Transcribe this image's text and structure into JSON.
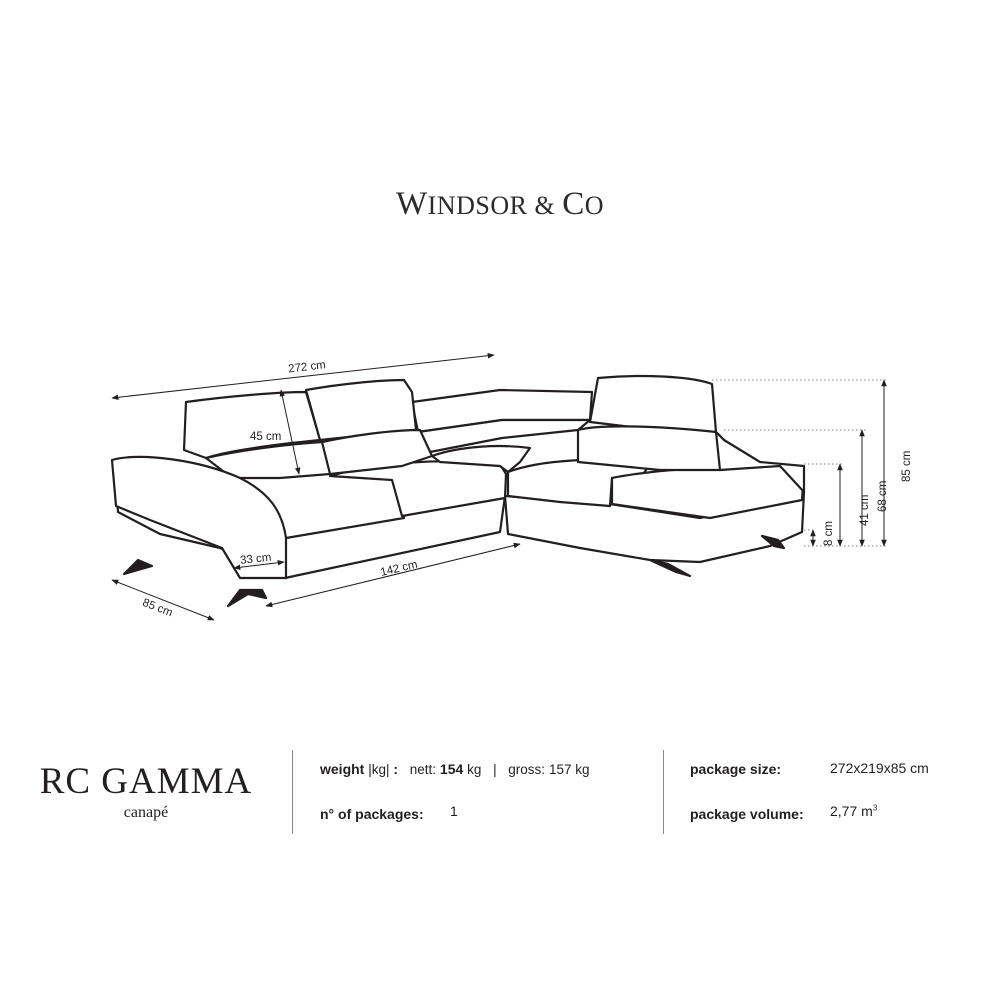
{
  "brand": {
    "initial_1": "W",
    "rest_1": "INDSOR",
    "amp": "&",
    "initial_2": "C",
    "rest_2": "O"
  },
  "dimensions": {
    "overall_width": "272 cm",
    "backrest_height": "45 cm",
    "armrest_width": "33 cm",
    "seat_length": "142 cm",
    "depth": "85 cm",
    "leg_height": "8 cm",
    "seat_height": "41 cm",
    "back_height": "68 cm",
    "total_height": "85 cm"
  },
  "product": {
    "name": "RC GAMMA",
    "type": "canapé"
  },
  "specs": {
    "weight_label": "weight",
    "weight_unit": "|kg|",
    "weight_colon": ":",
    "nett_label": "nett:",
    "nett_value": "154",
    "nett_unit": "kg",
    "separator": "|",
    "gross_label": "gross:",
    "gross_value": "157 kg",
    "packages_label": "n° of packages:",
    "packages_value": "1",
    "package_size_label": "package size:",
    "package_size_value": "272x219x85 cm",
    "package_volume_label": "package volume:",
    "package_volume_value": "2,77 m",
    "package_volume_sup": "3"
  }
}
